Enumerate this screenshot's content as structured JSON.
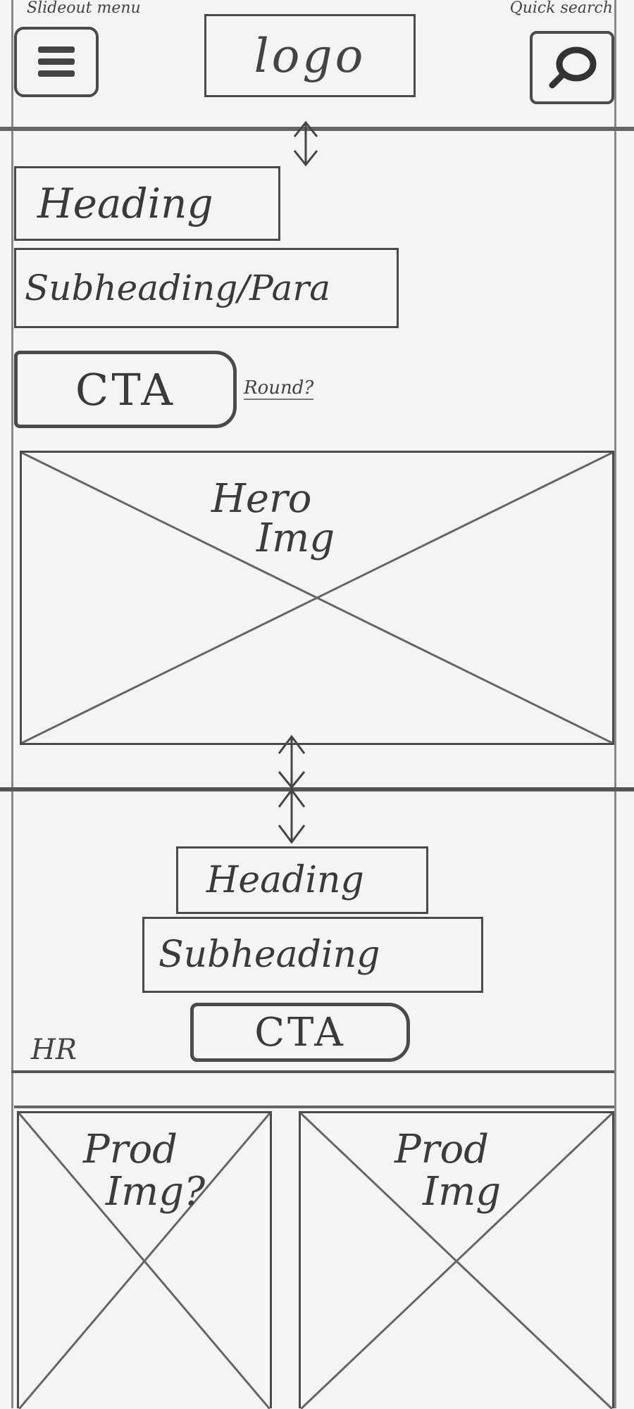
{
  "header": {
    "logo_text": "logo",
    "menu_note": "Slideout menu",
    "search_note": "Quick search",
    "menu_icon": "hamburger-icon",
    "search_icon": "search-icon"
  },
  "hero": {
    "heading": "Heading",
    "subheading": "Subheading/Para",
    "cta": "CTA",
    "cta_note": "Round?",
    "image_line1": "Hero",
    "image_line2": "Img"
  },
  "section2": {
    "heading": "Heading",
    "subheading": "Subheading",
    "cta": "CTA",
    "hr_note": "HR"
  },
  "products": [
    {
      "line1": "Prod",
      "line2": "Img?"
    },
    {
      "line1": "Prod",
      "line2": "Img"
    }
  ]
}
